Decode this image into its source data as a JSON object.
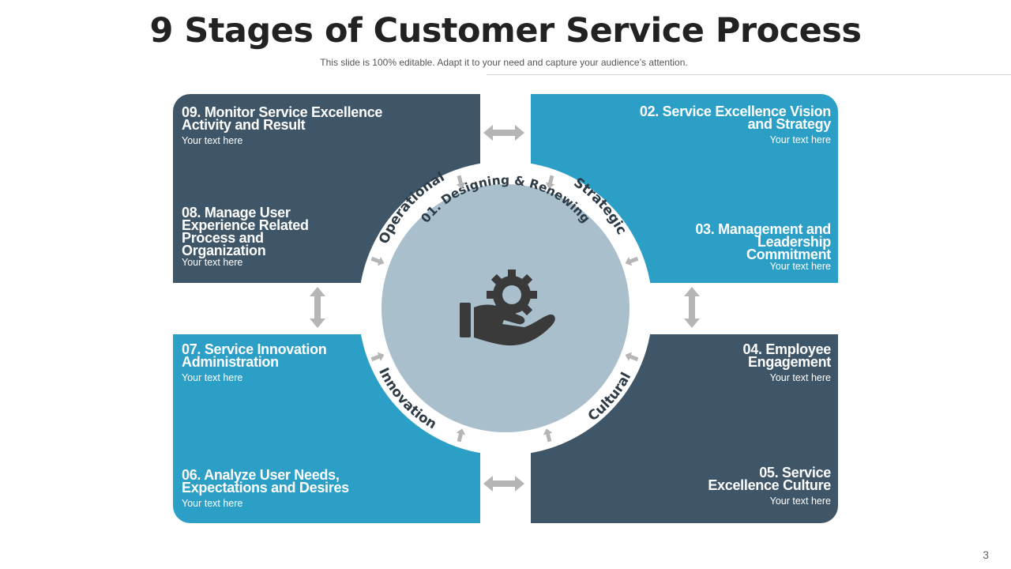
{
  "slide": {
    "title": "9 Stages of Customer Service Process",
    "subtitle": "This slide is 100% editable. Adapt it to your need and capture your audience’s attention.",
    "page_number": "3"
  },
  "center": {
    "label": "01. Designing & Renewing",
    "icon": "hand-gear-icon"
  },
  "ring_labels": {
    "operational": "Operational",
    "strategic": "Strategic",
    "innovation": "Innovation",
    "cultural": "Cultural"
  },
  "stages": {
    "s02": {
      "title_lines": [
        "02. Service Excellence Vision",
        "and Strategy"
      ],
      "text": "Your text here"
    },
    "s03": {
      "title_lines": [
        "03. Management and",
        "Leadership",
        "Commitment"
      ],
      "text": "Your text here"
    },
    "s04": {
      "title_lines": [
        "04. Employee",
        "Engagement"
      ],
      "text": "Your text here"
    },
    "s05": {
      "title_lines": [
        "05. Service",
        "Excellence Culture"
      ],
      "text": "Your text here"
    },
    "s06": {
      "title_lines": [
        "06. Analyze User Needs,",
        "Expectations and Desires"
      ],
      "text": "Your text here"
    },
    "s07": {
      "title_lines": [
        "07. Service Innovation",
        "Administration"
      ],
      "text": "Your text here"
    },
    "s08": {
      "title_lines": [
        "08. Manage User",
        "Experience Related",
        "Process and",
        "Organization"
      ],
      "text": "Your text here"
    },
    "s09": {
      "title_lines": [
        "09. Monitor Service Excellence",
        "Activity and Result"
      ],
      "text": "Your text here"
    }
  },
  "colors": {
    "dark_slate": "#3f5668",
    "teal": "#2b9fc6",
    "center_circle": "#a9bfcc",
    "arrow_gray": "#b5b5b5",
    "ring_white": "#ffffff"
  }
}
